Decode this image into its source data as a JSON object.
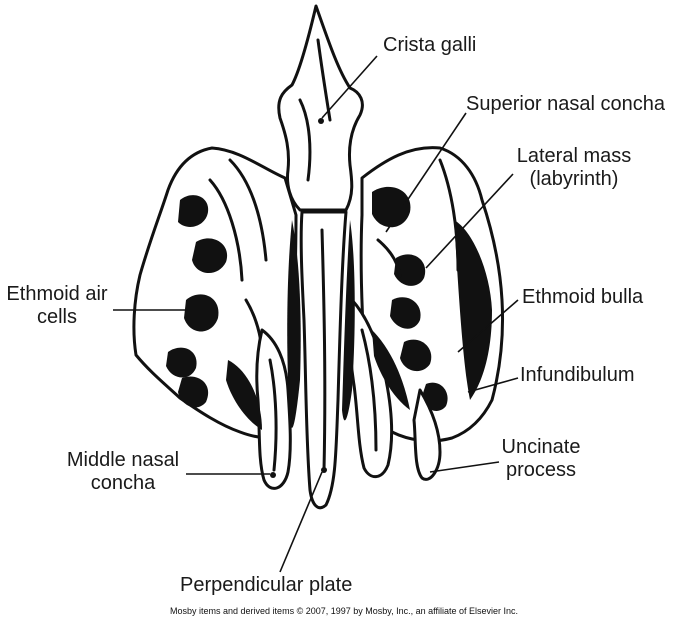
{
  "figure": {
    "labels": {
      "crista_galli": "Crista galli",
      "superior_nasal_concha": "Superior nasal concha",
      "lateral_mass_line1": "Lateral mass",
      "lateral_mass_line2": "(labyrinth)",
      "ethmoid_air_cells_line1": "Ethmoid air",
      "ethmoid_air_cells_line2": "cells",
      "ethmoid_bulla": "Ethmoid bulla",
      "infundibulum": "Infundibulum",
      "uncinate_process_line1": "Uncinate",
      "uncinate_process_line2": "process",
      "middle_nasal_concha_line1": "Middle nasal",
      "middle_nasal_concha_line2": "concha",
      "perpendicular_plate": "Perpendicular plate"
    },
    "credit": "Mosby items and derived items © 2007, 1997 by Mosby, Inc., an affiliate of Elsevier Inc."
  }
}
